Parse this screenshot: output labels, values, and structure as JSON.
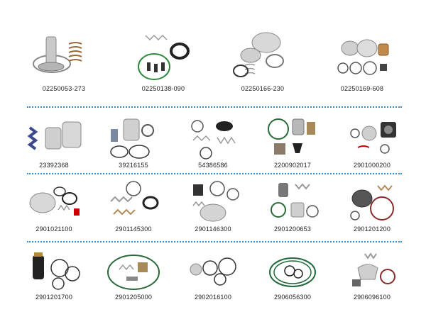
{
  "colors": {
    "divider": "#2a8fd6",
    "label": "#222222"
  },
  "rows": [
    {
      "items": [
        {
          "code": "02250053-273",
          "icon": "valve-kit-icon"
        },
        {
          "code": "02250138-090",
          "icon": "spring-seal-kit-icon"
        },
        {
          "code": "02250166-230",
          "icon": "disc-valve-kit-icon"
        },
        {
          "code": "02250169-608",
          "icon": "piston-kit-icon"
        }
      ]
    },
    {
      "items": [
        {
          "code": "23392368",
          "icon": "cylinder-spring-kit-icon"
        },
        {
          "code": "39216155",
          "icon": "valve-parts-kit-icon"
        },
        {
          "code": "54386586",
          "icon": "spring-kit-icon"
        },
        {
          "code": "2200902017",
          "icon": "oring-kit-icon"
        },
        {
          "code": "2901000200",
          "icon": "gasket-kit-icon"
        }
      ]
    },
    {
      "items": [
        {
          "code": "2901021100",
          "icon": "disc-kit-icon"
        },
        {
          "code": "2901145300",
          "icon": "spring-oring-kit-icon"
        },
        {
          "code": "2901146300",
          "icon": "valve-disc-kit-icon"
        },
        {
          "code": "2901200653",
          "icon": "cylinder-oring-kit-icon"
        },
        {
          "code": "2901201200",
          "icon": "diaphragm-kit-icon"
        }
      ]
    },
    {
      "items": [
        {
          "code": "2901201700",
          "icon": "filter-oring-kit-icon"
        },
        {
          "code": "2901205000",
          "icon": "large-oring-kit-icon"
        },
        {
          "code": "2902016100",
          "icon": "oring-set-icon"
        },
        {
          "code": "2906056300",
          "icon": "green-oring-kit-icon"
        },
        {
          "code": "2906096100",
          "icon": "bracket-kit-icon"
        }
      ]
    }
  ]
}
